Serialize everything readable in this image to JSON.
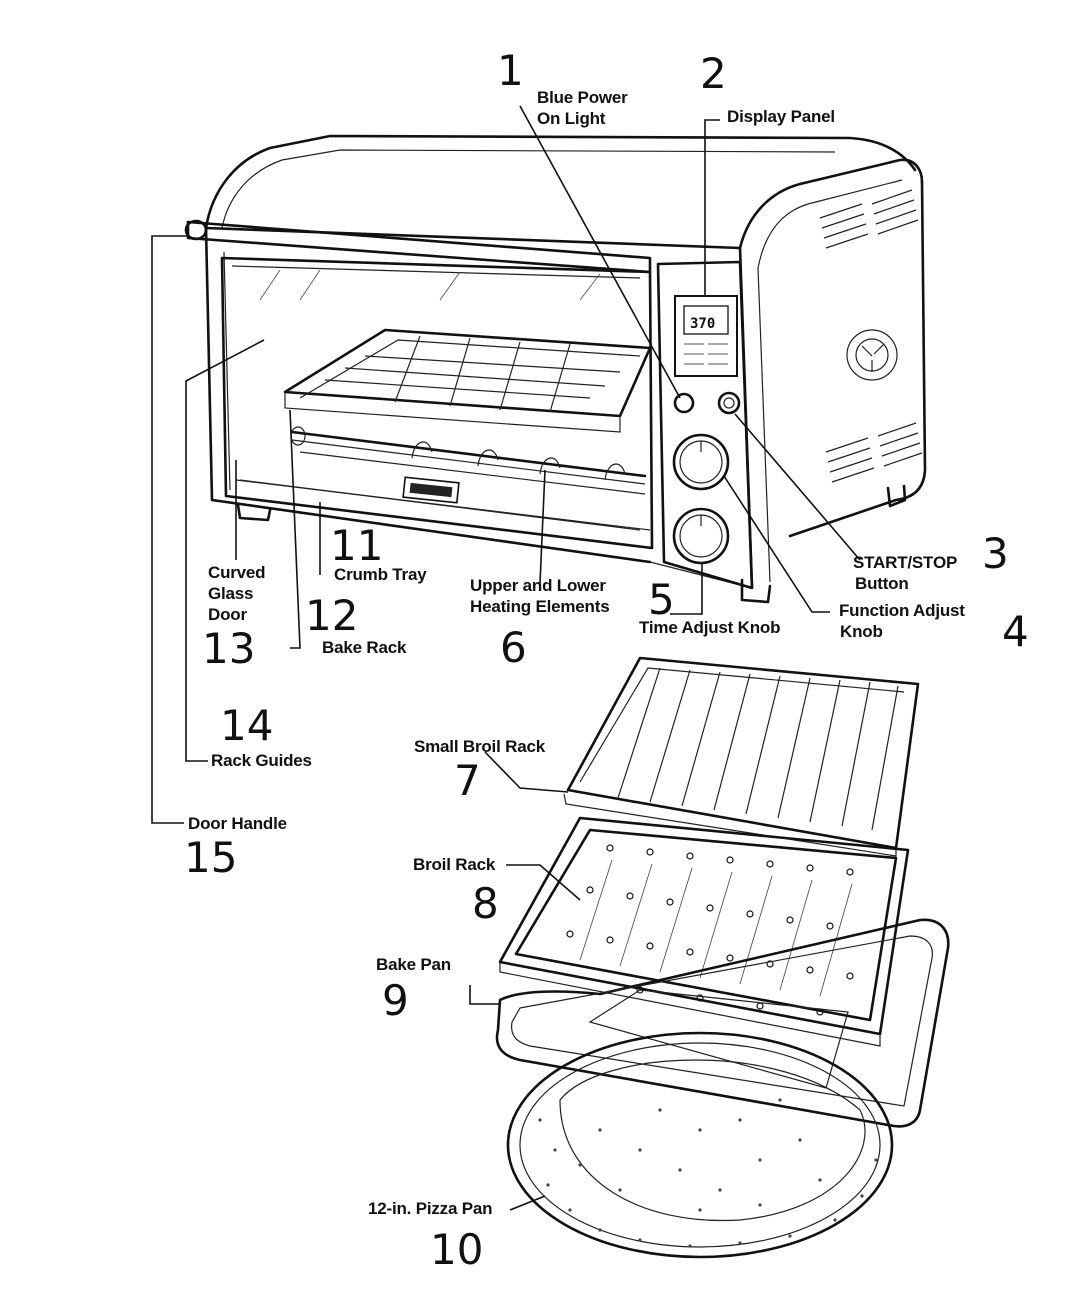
{
  "labels": {
    "blue_power_light": [
      "Blue Power",
      "On Light"
    ],
    "display_panel": "Display Panel",
    "start_stop": [
      "START/STOP",
      "Button"
    ],
    "function_knob": [
      "Function Adjust",
      "Knob"
    ],
    "time_knob": "Time Adjust Knob",
    "heating_elements": [
      "Upper and Lower",
      "Heating Elements"
    ],
    "crumb_tray": "Crumb Tray",
    "curved_glass_door": [
      "Curved",
      "Glass",
      "Door"
    ],
    "bake_rack": "Bake Rack",
    "rack_guides": "Rack Guides",
    "door_handle": "Door Handle",
    "small_broil_rack": "Small Broil Rack",
    "broil_rack": "Broil Rack",
    "bake_pan": "Bake Pan",
    "pizza_pan": "12-in. Pizza Pan"
  },
  "numbers": {
    "n1": "1",
    "n2": "2",
    "n3": "3",
    "n4": "4",
    "n5": "5",
    "n6": "6",
    "n7": "7",
    "n8": "8",
    "n9": "9",
    "n10": "10",
    "n11": "11",
    "n12": "12",
    "n13": "13",
    "n14": "14",
    "n15": "15"
  },
  "display_readout": "370"
}
